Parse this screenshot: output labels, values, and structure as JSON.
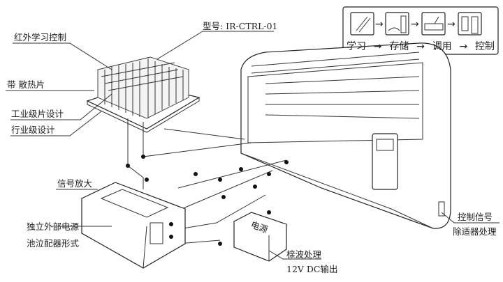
{
  "labels": {
    "ir_learning": "红外学习控制",
    "model": "型号: IR-CTRL-01",
    "heatsink": "带 散热片",
    "industrial_chip": "工业级片设计",
    "industry_grade": "行业级设计",
    "signal_amp": "信号放大",
    "ext_power_1": "独立外部电源",
    "ext_power_2": "池泣配器形式",
    "power_box": "电源",
    "filter_1": "榇波处理",
    "filter_2": "12V DC输出",
    "ctrl_signal_1": "控制信号",
    "ctrl_signal_2": "除适器处理"
  },
  "flow": {
    "steps": [
      "学习",
      "存储",
      "调用",
      "控制"
    ],
    "arrow": "→"
  }
}
